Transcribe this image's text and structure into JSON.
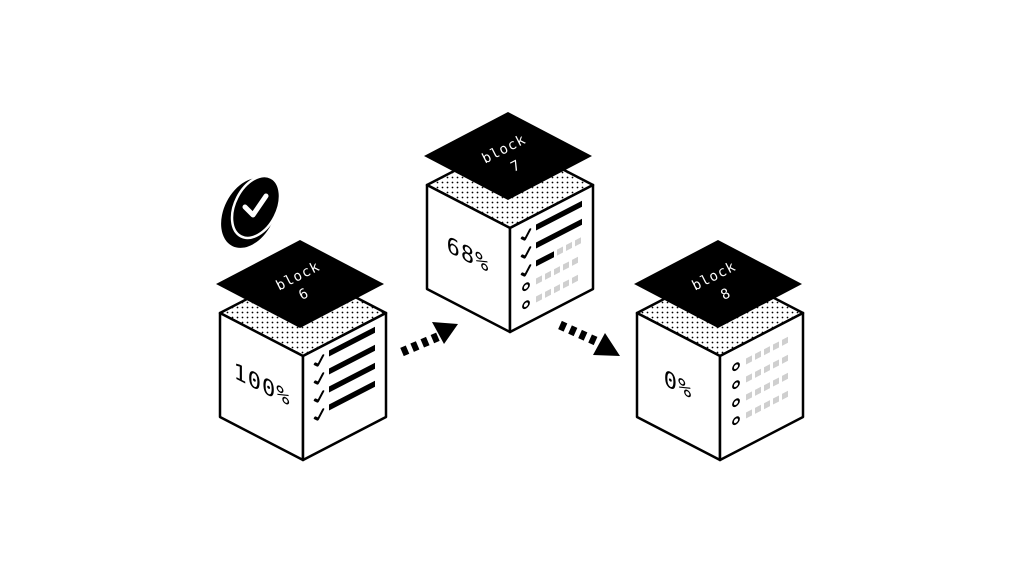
{
  "colors": {
    "ink": "#000000",
    "paper": "#ffffff",
    "pending": "#cfcfcf"
  },
  "badge": {
    "icon": "check-circle-icon"
  },
  "blocks": [
    {
      "label_word": "block",
      "label_num": "6",
      "percent": "100%",
      "progress": 1.0,
      "rows": [
        "done",
        "done",
        "done",
        "done"
      ]
    },
    {
      "label_word": "block",
      "label_num": "7",
      "percent": "68%",
      "progress": 0.68,
      "rows": [
        "done",
        "done",
        "partial",
        "pending",
        "pending"
      ]
    },
    {
      "label_word": "block",
      "label_num": "8",
      "percent": "0%",
      "progress": 0.0,
      "rows": [
        "pending",
        "pending",
        "pending",
        "pending",
        "pending"
      ]
    }
  ],
  "arrows": [
    {
      "from": "block 6",
      "to": "block 7",
      "icon": "dashed-arrow-icon"
    },
    {
      "from": "block 7",
      "to": "block 8",
      "icon": "dashed-arrow-icon"
    }
  ]
}
